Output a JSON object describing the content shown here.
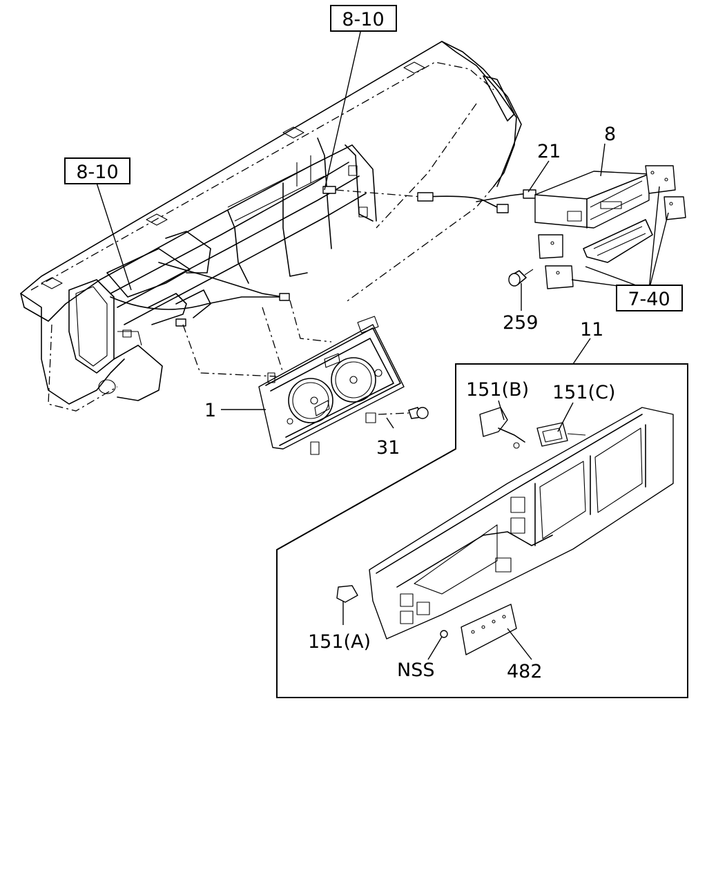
{
  "refs": {
    "ref_top": "8-10",
    "ref_left": "8-10",
    "ref_right": "7-40"
  },
  "parts": {
    "p1": "1",
    "p8": "8",
    "p11": "11",
    "p21": "21",
    "p31": "31",
    "p259": "259",
    "p151a": "151(A)",
    "p151b": "151(B)",
    "p151c": "151(C)",
    "p482": "482",
    "nss": "NSS"
  }
}
